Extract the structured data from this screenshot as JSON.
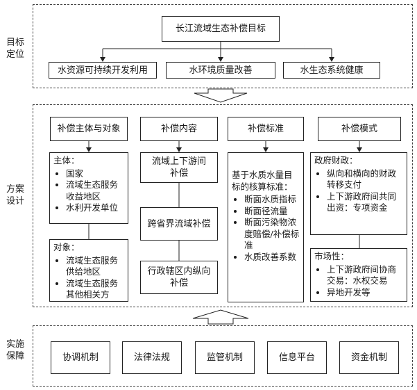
{
  "section_labels": {
    "goal": [
      "目标",
      "定位"
    ],
    "plan": [
      "方案",
      "设计"
    ],
    "impl": [
      "实施",
      "保障"
    ]
  },
  "goal": {
    "top": "长江流域生态补偿目标",
    "items": [
      "水资源可持续开发利用",
      "水环境质量改善",
      "水生态系统健康"
    ]
  },
  "design": {
    "headers": [
      "补偿主体与对象",
      "补偿内容",
      "补偿标准",
      "补偿模式"
    ],
    "col1": {
      "subject_title": "主体：",
      "subject_items": [
        "国家",
        "流域生态服务收益地区",
        "水利开发单位"
      ],
      "object_title": "对象：",
      "object_items": [
        "流域生态服务供给地区",
        "流域生态服务其他相关方"
      ]
    },
    "col2": {
      "items": [
        "流域上下游间补偿",
        "跨省界流域补偿",
        "行政辖区内纵向补偿"
      ]
    },
    "col3": {
      "intro": "基于水质水量目标的核算标准：",
      "items": [
        "断面水质指标",
        "断面径流量",
        "断面污染物浓度赔偿/补偿标准",
        "水质改善系数"
      ]
    },
    "col4": {
      "gov_title": "政府财政：",
      "gov_items": [
        "纵向和横向的财政转移支付",
        "上下游政府间共同出资：专项资金"
      ],
      "market_title": "市场性：",
      "market_items": [
        "上下游政府间协商交易：水权交易",
        "异地开发等"
      ]
    }
  },
  "implementation": {
    "items": [
      "协调机制",
      "法律法规",
      "监管机制",
      "信息平台",
      "资金机制"
    ]
  }
}
